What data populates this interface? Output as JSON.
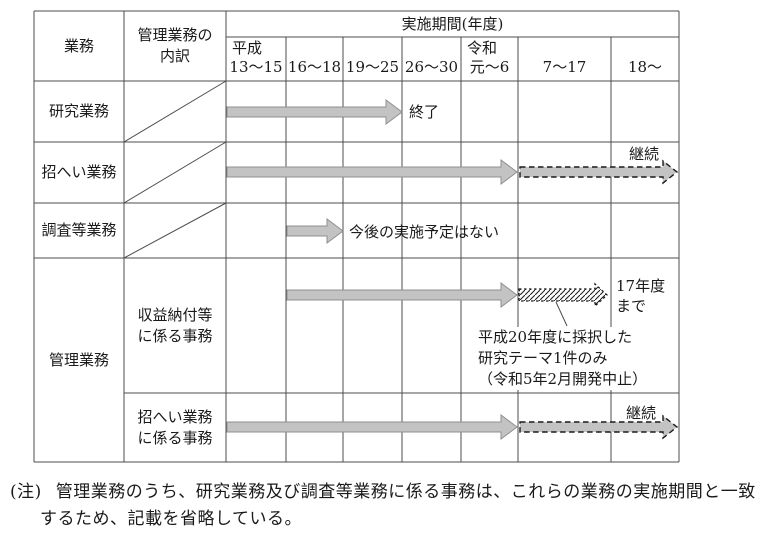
{
  "figure": {
    "header": {
      "business": "業務",
      "breakdown_line1": "管理業務の",
      "breakdown_line2": "内訳",
      "period": "実施期間(年度)"
    },
    "periods": [
      {
        "era": "平成",
        "range": "13～15"
      },
      {
        "era": "",
        "range": "16～18"
      },
      {
        "era": "",
        "range": "19～25"
      },
      {
        "era": "",
        "range": "26～30"
      },
      {
        "era": "令和",
        "range": "元～6"
      },
      {
        "era": "",
        "range": "7～17"
      },
      {
        "era": "",
        "range": "18～"
      }
    ],
    "rows": {
      "research": {
        "label": "研究業務",
        "status": "終了"
      },
      "invitation": {
        "label": "招へい業務",
        "status": "継続"
      },
      "survey": {
        "label": "調査等業務",
        "status": "今後の実施予定はない"
      },
      "management": {
        "label": "管理業務",
        "revenue": {
          "label_line1": "収益納付等",
          "label_line2": "に係る事務",
          "status_line1": "17年度",
          "status_line2": "まで",
          "annotation_line1": "平成20年度に採択した",
          "annotation_line2": "研究テーマ1件のみ",
          "annotation_line3": "（令和5年2月開発中止）"
        },
        "invitation_admin": {
          "label_line1": "招へい業務",
          "label_line2": "に係る事務",
          "status": "継続"
        }
      }
    },
    "timeline": {
      "rows": [
        {
          "label": "研究業務",
          "bars": [
            {
              "style": "solid",
              "from": "平成13",
              "to": "平成30"
            }
          ],
          "end_note": "終了"
        },
        {
          "label": "招へい業務",
          "bars": [
            {
              "style": "solid",
              "from": "平成13",
              "to": "令和6"
            },
            {
              "style": "dashed",
              "from": "令和7",
              "to": "令和18以降"
            }
          ],
          "end_note": "継続"
        },
        {
          "label": "調査等業務",
          "bars": [
            {
              "style": "solid",
              "from": "平成16",
              "to": "平成18"
            }
          ],
          "end_note": "今後の実施予定はない"
        },
        {
          "label": "管理業務（収益納付等に係る事務）",
          "bars": [
            {
              "style": "solid",
              "from": "平成16",
              "to": "令和6"
            },
            {
              "style": "hatched",
              "from": "令和7",
              "to": "令和17"
            }
          ],
          "end_note": "17年度まで",
          "annotation": "平成20年度に採択した研究テーマ1件のみ（令和5年2月開発中止）"
        },
        {
          "label": "管理業務（招へい業務に係る事務）",
          "bars": [
            {
              "style": "solid",
              "from": "平成13",
              "to": "令和6"
            },
            {
              "style": "dashed",
              "from": "令和7",
              "to": "令和18以降"
            }
          ],
          "end_note": "継続"
        }
      ]
    },
    "note": {
      "marker": "(注)",
      "line1": "管理業務のうち、研究業務及び調査等業務に係る事務は、これらの業務の実施期間と一致",
      "line2": "するため、記載を省略している。"
    },
    "colors": {
      "arrow_fill": "#c3c3c3",
      "arrow_edge": "#8f8f8f",
      "grid_line": "#4d4d4d",
      "text": "#1a1a1a"
    }
  }
}
